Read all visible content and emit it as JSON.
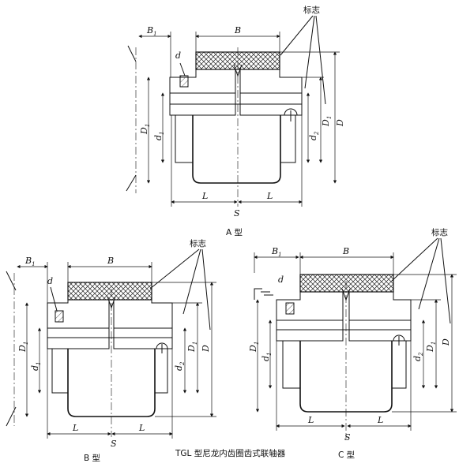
{
  "labels": {
    "b1": "B",
    "b1_sub": "1",
    "b": "B",
    "d": "d",
    "d1": "d",
    "d1_sub": "1",
    "D1": "D",
    "D1_sub": "1",
    "D": "D",
    "d2": "d",
    "d2_sub": "2",
    "L": "L",
    "S": "S",
    "mark": "标志"
  },
  "captions": {
    "a": "A 型",
    "b": "B 型",
    "c": "C 型",
    "main": "TGL 型尼龙内齿圈齿式联轴器"
  },
  "colors": {
    "ink": "#111111",
    "hatch": "#333333",
    "paper": "#ffffff"
  }
}
